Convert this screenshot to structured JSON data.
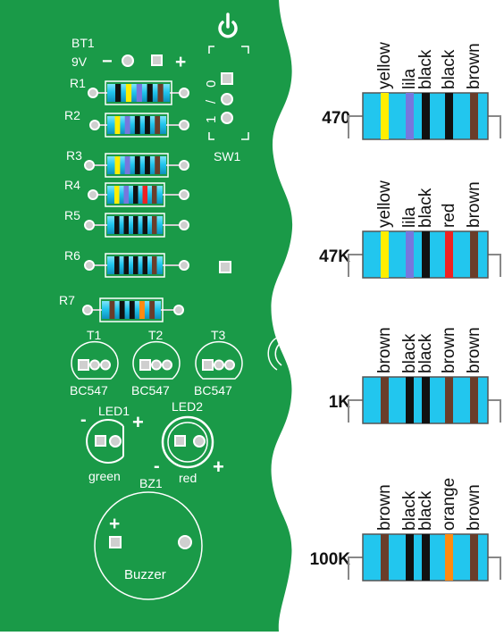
{
  "colors": {
    "board": "#1a9a48",
    "resistor_body": "#22c6ee",
    "white": "#ffffff",
    "lead": "#888888",
    "yellow": "#ffee00",
    "lila": "#7777dd",
    "black": "#111111",
    "brown": "#6a3d2a",
    "red": "#ee2222",
    "orange": "#ff8a10"
  },
  "board": {
    "battery": {
      "ref": "BT1",
      "voltage": "9V",
      "minus": "−",
      "plus": "+"
    },
    "power_icon": "power-icon",
    "switch": {
      "ref": "SW1",
      "pos1": "1",
      "slash": "/",
      "pos0": "0"
    },
    "resistors": [
      "R1",
      "R2",
      "R3",
      "R4",
      "R5",
      "R6",
      "R7"
    ],
    "transistors": [
      {
        "ref": "T1",
        "type": "BC547"
      },
      {
        "ref": "T2",
        "type": "BC547"
      },
      {
        "ref": "T3",
        "type": "BC547"
      }
    ],
    "leds": [
      {
        "ref": "LED1",
        "color": "green",
        "minus": "-",
        "plus": "+"
      },
      {
        "ref": "LED2",
        "color": "red",
        "minus": "-",
        "plus": "+"
      }
    ],
    "buzzer": {
      "ref": "BZ1",
      "name": "Buzzer",
      "plus": "+"
    }
  },
  "legend": [
    {
      "value": "470",
      "bands": [
        "yellow",
        "lila",
        "black",
        "black",
        "brown"
      ]
    },
    {
      "value": "47K",
      "bands": [
        "yellow",
        "lila",
        "black",
        "red",
        "brown"
      ]
    },
    {
      "value": "1K",
      "bands": [
        "brown",
        "black",
        "black",
        "brown",
        "brown"
      ]
    },
    {
      "value": "100K",
      "bands": [
        "brown",
        "black",
        "black",
        "orange",
        "brown"
      ]
    }
  ]
}
